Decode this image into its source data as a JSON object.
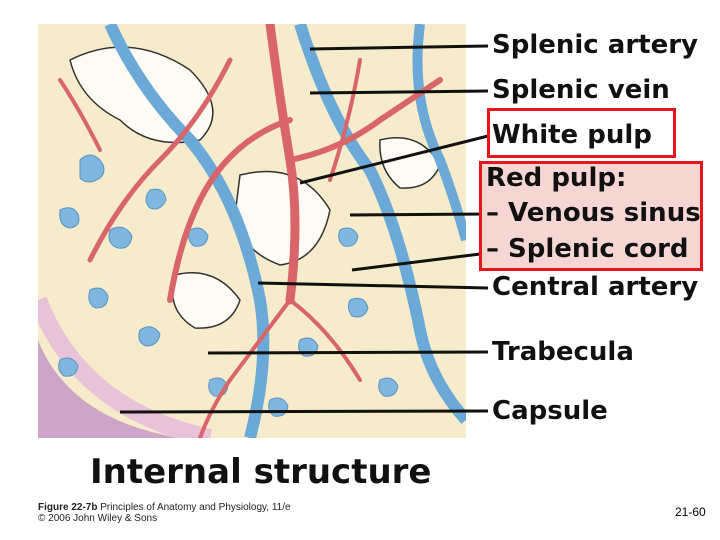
{
  "labels": {
    "splenic_artery": "Splenic artery",
    "splenic_vein": "Splenic vein",
    "white_pulp": "White pulp",
    "red_pulp": "Red pulp:",
    "venous_sinus": "– Venous sinus",
    "splenic_cord": "– Splenic cord",
    "central_artery": "Central artery",
    "trabecula": "Trabecula",
    "capsule": "Capsule"
  },
  "title": "Internal structure",
  "caption": {
    "figure": "Figure 22-7b",
    "book": "Principles of Anatomy and Physiology, 11/e",
    "copyright": "© 2006 John Wiley & Sons"
  },
  "page_number": "21-60",
  "colors": {
    "highlight": "#e8161b",
    "red_pulp_fill": "#f6d6d3",
    "artery": "#d9656a",
    "vein": "#6aa9d8",
    "tissue": "#f7ecc9",
    "capsule": "#cfa8c6"
  }
}
